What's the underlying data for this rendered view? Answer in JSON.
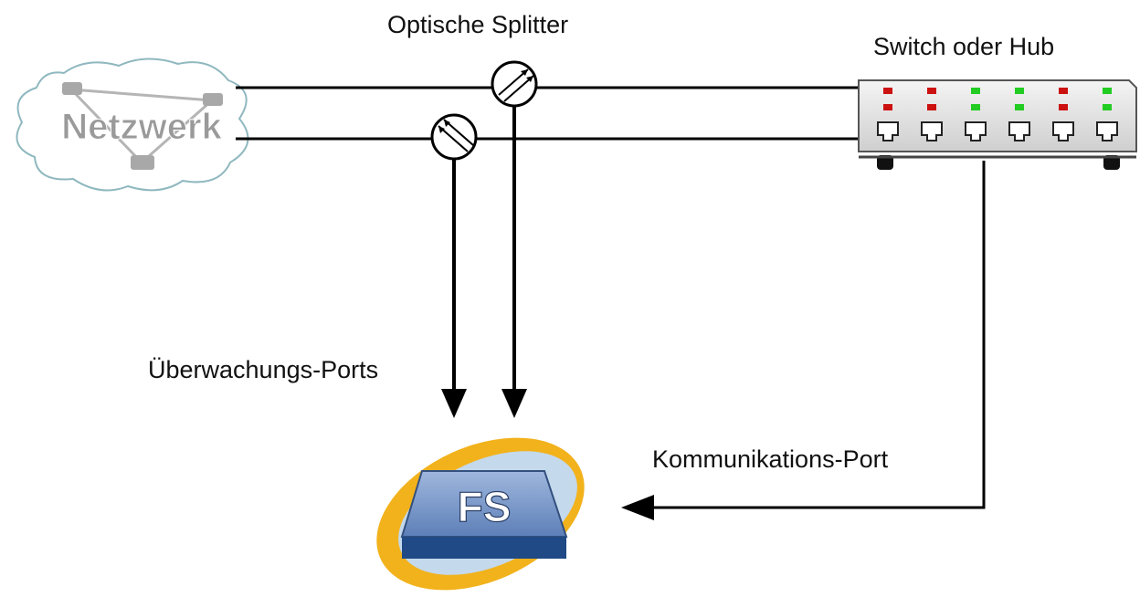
{
  "diagram": {
    "network_label": "Netzwerk",
    "splitter_label": "Optische Splitter",
    "switch_label": "Switch oder Hub",
    "monitor_ports_label": "Überwachungs-Ports",
    "comm_port_label": "Kommunikations-Port",
    "device_label": "FS"
  },
  "colors": {
    "line": "#000000",
    "cloud_stroke": "#8fb8bf",
    "cloud_text": "#9a9a9a",
    "switch_body": "#e4e4e4",
    "led_red": "#cc1111",
    "led_green": "#22cc22",
    "device_orange": "#f2b21c",
    "device_blue_light": "#c4d9ec",
    "device_blue": "#6f8fc2",
    "device_navy": "#1f4a85"
  },
  "switch": {
    "port_count": 6,
    "leds_top": [
      "red",
      "red",
      "green",
      "green",
      "red",
      "green"
    ],
    "leds_bottom": [
      "red",
      "red",
      "green",
      "green",
      "red",
      "green"
    ]
  }
}
